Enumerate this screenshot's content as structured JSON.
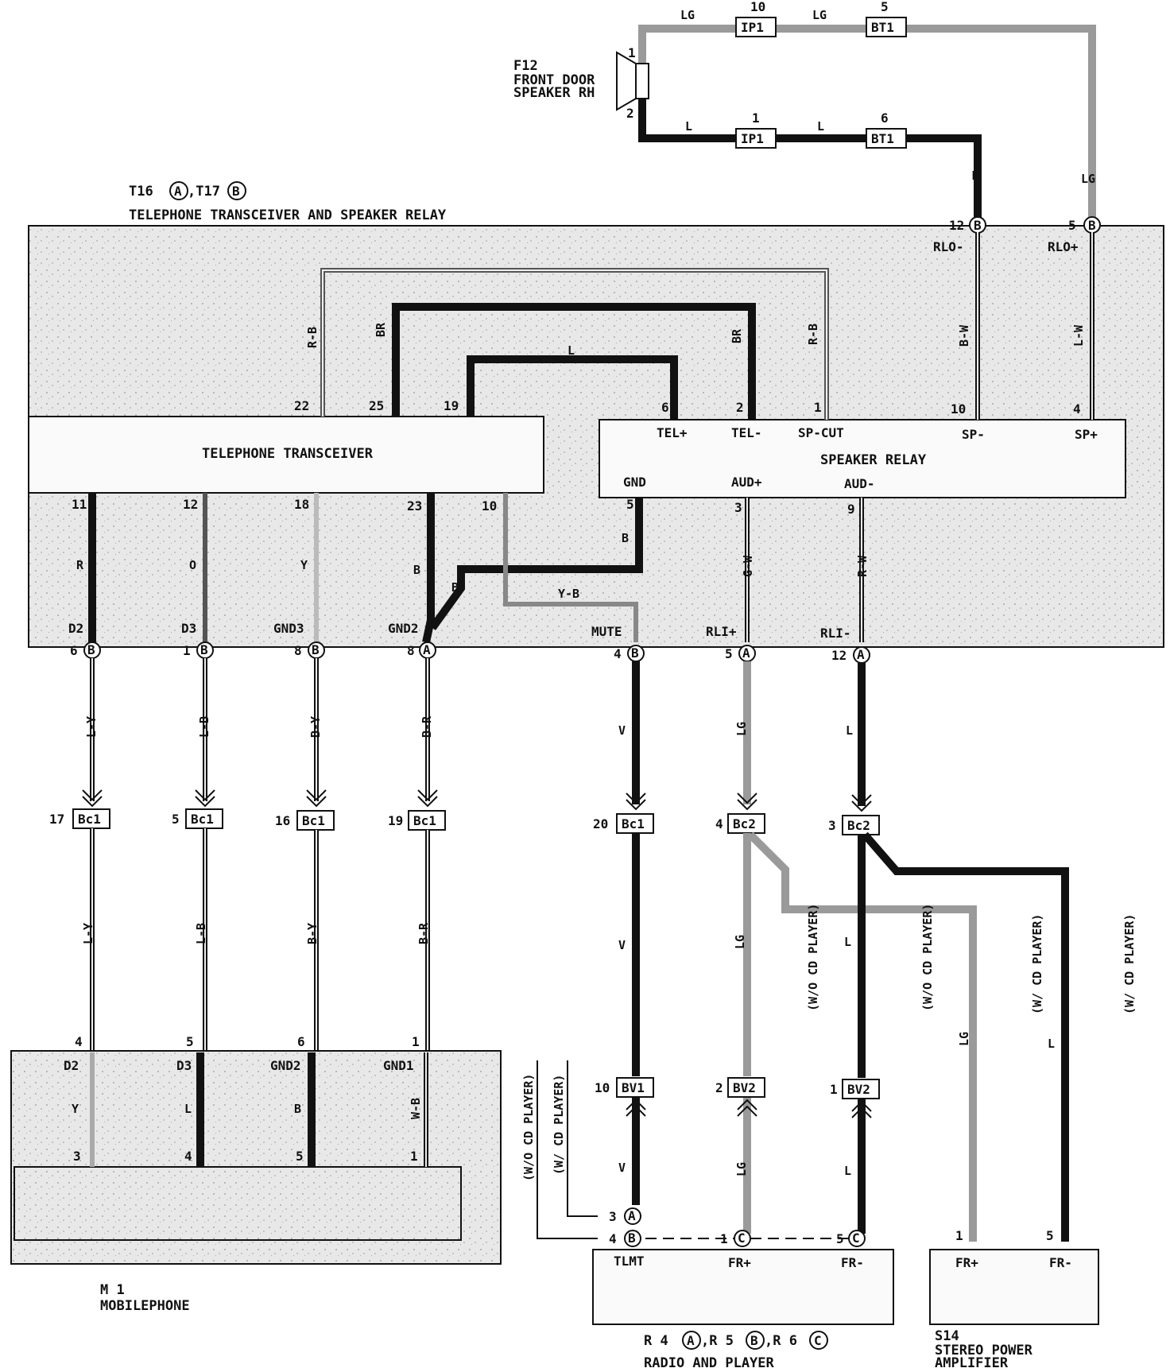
{
  "colors": {
    "thick": "#111111",
    "lg": "#9a9a9a",
    "stipple": "#cfcfcf"
  },
  "speaker": {
    "id": "F12",
    "line1": "FRONT DOOR",
    "line2": "SPEAKER RH",
    "pin1": "1",
    "pin2": "2"
  },
  "top": {
    "lg_wire": "LG",
    "l_wire": "L",
    "ip1": "IP1",
    "bt1": "BT1",
    "ip1_pin_top": "10",
    "bt1_pin_top": "5",
    "ip1_pin_bot": "1",
    "bt1_pin_bot": "6",
    "l_vert": "L",
    "lg_vert": "LG"
  },
  "transceiver_unit": {
    "id_a": "T16",
    "id_b": ",T17",
    "sym_a": "A",
    "sym_b": "B",
    "title": "TELEPHONE TRANSCEIVER AND SPEAKER RELAY",
    "top_pins": {
      "rlo_minus_pin": "12",
      "rlo_plus_pin": "5",
      "rlo_minus": "RLO-",
      "rlo_plus": "RLO+"
    },
    "inner_wires": {
      "rb": "R-B",
      "br": "BR",
      "l": "L",
      "br2": "BR",
      "rb2": "R-B",
      "bw": "B-W",
      "lw": "L-W"
    },
    "inner_pins": {
      "p22": "22",
      "p25": "25",
      "p19": "19",
      "p6": "6",
      "p2": "2",
      "p1": "1",
      "p10": "10",
      "p4": "4"
    }
  },
  "telephone_transceiver": {
    "title": "TELEPHONE TRANSCEIVER",
    "pins": [
      "11",
      "12",
      "18",
      "23",
      "10"
    ],
    "wires": [
      "R",
      "O",
      "Y",
      "B"
    ],
    "b_jump": "B",
    "yb": "Y-B"
  },
  "speaker_relay": {
    "title": "SPEAKER RELAY",
    "tel_plus": "TEL+",
    "tel_minus": "TEL-",
    "sp_cut": "SP-CUT",
    "sp_minus": "SP-",
    "sp_plus": "SP+",
    "gnd": "GND",
    "aud_plus": "AUD+",
    "aud_minus": "AUD-",
    "pin5": "5",
    "pin3": "3",
    "pin9": "9",
    "w_b": "B",
    "w_gw": "G-W",
    "w_rw": "R-W"
  },
  "bottom_terminals": {
    "names": [
      "D2",
      "D3",
      "GND3",
      "GND2",
      "MUTE",
      "RLI+",
      "RLI-"
    ],
    "pins": [
      "6",
      "1",
      "8",
      "8",
      "4",
      "5",
      "12"
    ],
    "syms": [
      "B",
      "B",
      "B",
      "A",
      "B",
      "A",
      "A"
    ]
  },
  "harness": {
    "upper_wires": [
      "L-Y",
      "L-B",
      "B-Y",
      "B-R",
      "V",
      "LG",
      "L"
    ],
    "conn_pins": [
      "17",
      "5",
      "16",
      "19",
      "20",
      "4",
      "3"
    ],
    "conn_names": [
      "Bc1",
      "Bc1",
      "Bc1",
      "Bc1",
      "Bc1",
      "Bc2",
      "Bc2"
    ],
    "lower_wires": [
      "L-Y",
      "L-B",
      "B-Y",
      "B-R",
      "V"
    ]
  },
  "mobilephone": {
    "id": "M 1",
    "title": "MOBILEPHONE",
    "top_pins": [
      "4",
      "5",
      "6",
      "1"
    ],
    "terms": [
      "D2",
      "D3",
      "GND2",
      "GND1"
    ],
    "wires": [
      "Y",
      "L",
      "B",
      "W-B"
    ],
    "bot_pins": [
      "3",
      "4",
      "5",
      "1"
    ]
  },
  "radio_branch": {
    "lg_wo": "LG",
    "wo_cd": "(W/O CD PLAYER)",
    "l_wo": "L",
    "wo_cd2": "(W/O CD PLAYER)",
    "lg_w": "LG",
    "w_cd": "(W/ CD PLAYER)",
    "l_w": "L",
    "w_cd2": "(W/ CD PLAYER)",
    "bv_pins": [
      "10",
      "2",
      "1"
    ],
    "bv_names": [
      "BV1",
      "BV2",
      "BV2"
    ],
    "lower_wires": [
      "V",
      "LG",
      "L"
    ],
    "note_wo": "(W/O CD PLAYER)",
    "note_w": "(W/ CD PLAYER)"
  },
  "radio": {
    "pins": [
      "3",
      "4",
      "1",
      "5"
    ],
    "syms": [
      "A",
      "B",
      "C",
      "C"
    ],
    "terms": [
      "TLMT",
      "FR+",
      "FR-"
    ],
    "id_a": "R 4",
    "id_b": ",R 5",
    "id_c": ",R 6",
    "sym_a": "A",
    "sym_b": "B",
    "sym_c": "C",
    "title": "RADIO AND PLAYER"
  },
  "amp": {
    "pins": [
      "1",
      "5"
    ],
    "terms": [
      "FR+",
      "FR-"
    ],
    "id": "S14",
    "line1": "STEREO POWER",
    "line2": "AMPLIFIER"
  }
}
